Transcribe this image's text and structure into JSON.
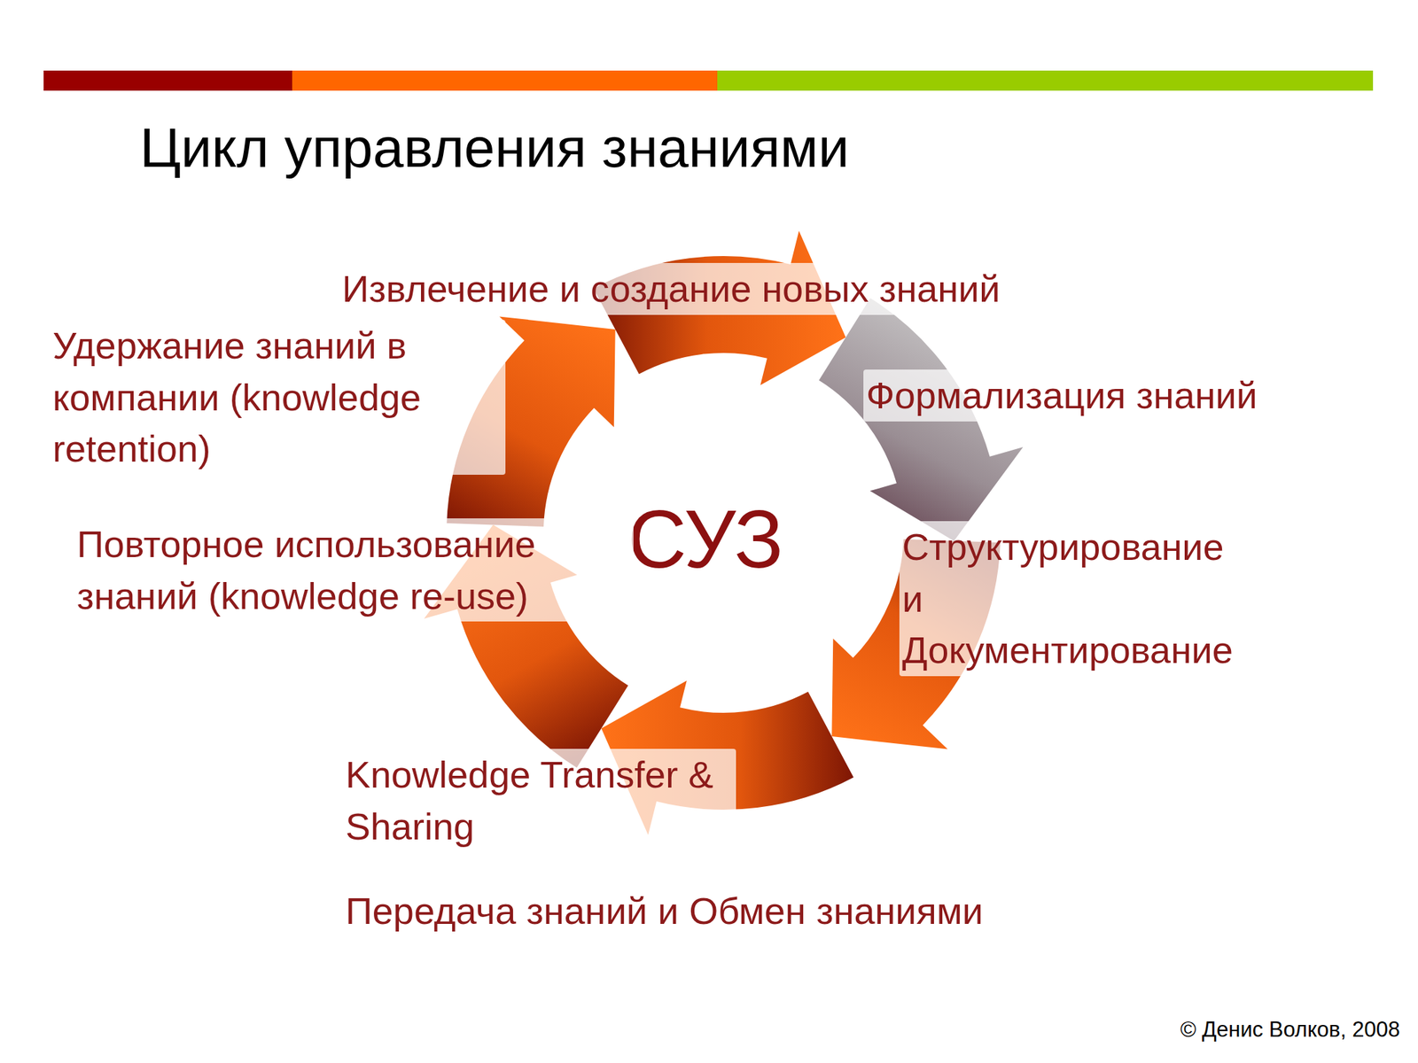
{
  "diagram": {
    "title": "Цикл управления знаниями",
    "caption": "© Денис Волков, 2008",
    "labels": [
      "Извлечение и создание новых знаний",
      "Удержание знаний в компании (knowledge retention)",
      "Формализация знаний",
      "СУЗ",
      "Повторное использование знаний (knowledge re-use)",
      "Структурирование и Документирование",
      "Knowledge Transfer & Sharing",
      "Передача знаний и Обмен знаниями"
    ]
  }
}
